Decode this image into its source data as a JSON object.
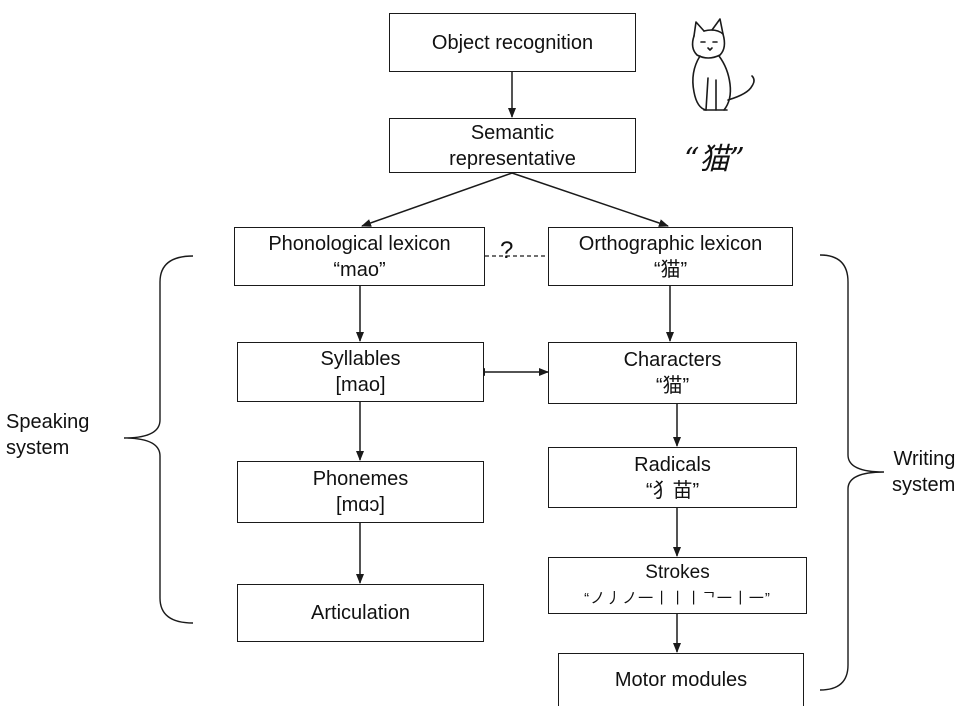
{
  "nodes": {
    "object_recognition": {
      "line1": "Object recognition"
    },
    "semantic": {
      "line1": "Semantic",
      "line2": "representative"
    },
    "phonological_lexicon": {
      "line1": "Phonological lexicon",
      "line2": "“mao”"
    },
    "orthographic_lexicon": {
      "line1": "Orthographic lexicon",
      "line2": "“猫”"
    },
    "syllables": {
      "line1": "Syllables",
      "line2": "[mao]"
    },
    "characters": {
      "line1": "Characters",
      "line2": "“猫”"
    },
    "phonemes": {
      "line1": "Phonemes",
      "line2": "[mɑɔ]"
    },
    "radicals": {
      "line1": "Radicals",
      "line2": "“犭苗”"
    },
    "articulation": {
      "line1": "Articulation"
    },
    "strokes": {
      "line1": "Strokes",
      "line2": "“ノ丿ノ一丨丨丨ᄀ一丨一”"
    },
    "motor_modules": {
      "line1": "Motor modules"
    }
  },
  "question_mark": "?",
  "groups": {
    "speaking": {
      "line1": "Speaking",
      "line2": "system"
    },
    "writing": {
      "line1": "Writing",
      "line2": "system"
    }
  },
  "cat_character": "“猫”"
}
